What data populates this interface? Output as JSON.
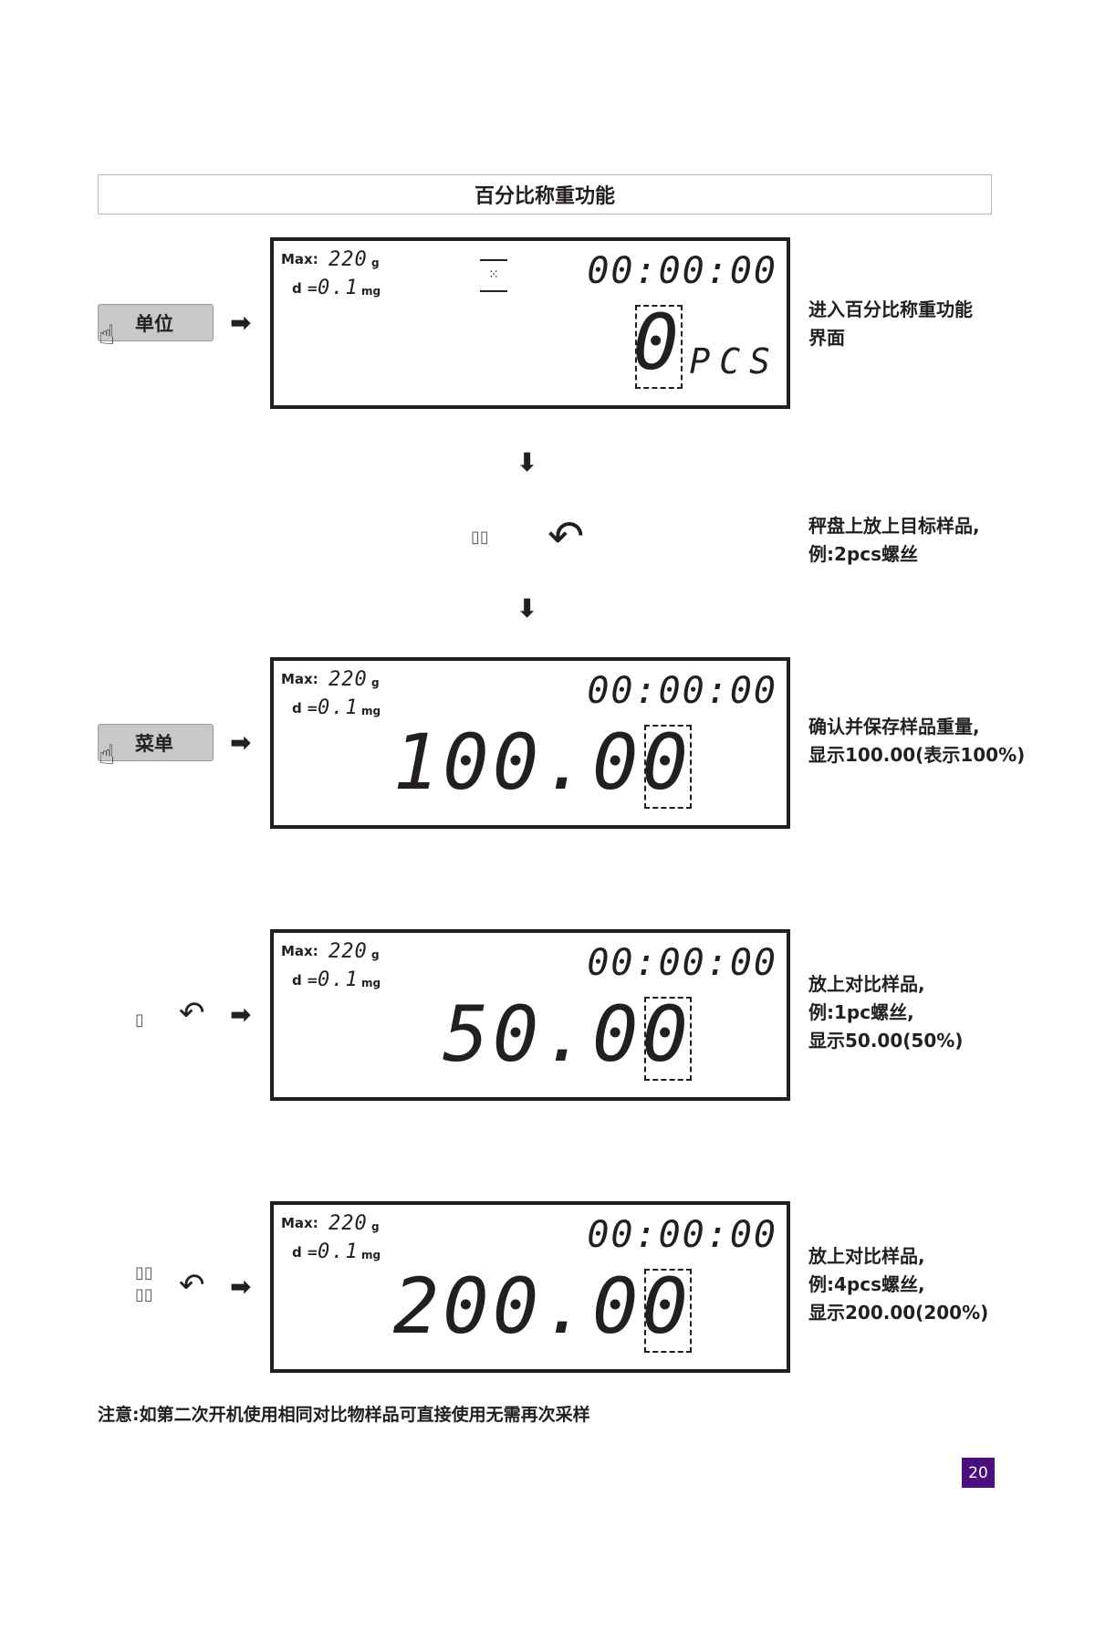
{
  "title": "百分比称重功能",
  "lcd_common": {
    "max_label": "Max:",
    "max_value": "220",
    "max_unit": "g",
    "d_label": "d =",
    "d_value": "0.1",
    "d_unit": "mg",
    "clock": "00:00:00"
  },
  "steps": [
    {
      "button": "单位",
      "main_value": "0",
      "unit": "PCS",
      "description": [
        "进入百分比称重功能",
        "界面"
      ]
    },
    {
      "description": [
        "秤盘上放上目标样品,",
        "例:2pcs螺丝"
      ]
    },
    {
      "button": "菜单",
      "main_value": "100.00",
      "description": [
        "确认并保存样品重量,",
        "显示100.00(表示100%)"
      ]
    },
    {
      "main_value": "50.00",
      "description": [
        "放上对比样品,",
        "例:1pc螺丝,",
        "显示50.00(50%)"
      ]
    },
    {
      "main_value": "200.00",
      "description": [
        "放上对比样品,",
        "例:4pcs螺丝,",
        "显示200.00(200%)"
      ]
    }
  ],
  "note": "注意:如第二次开机使用相同对比物样品可直接使用无需再次采样",
  "page_number": "20"
}
